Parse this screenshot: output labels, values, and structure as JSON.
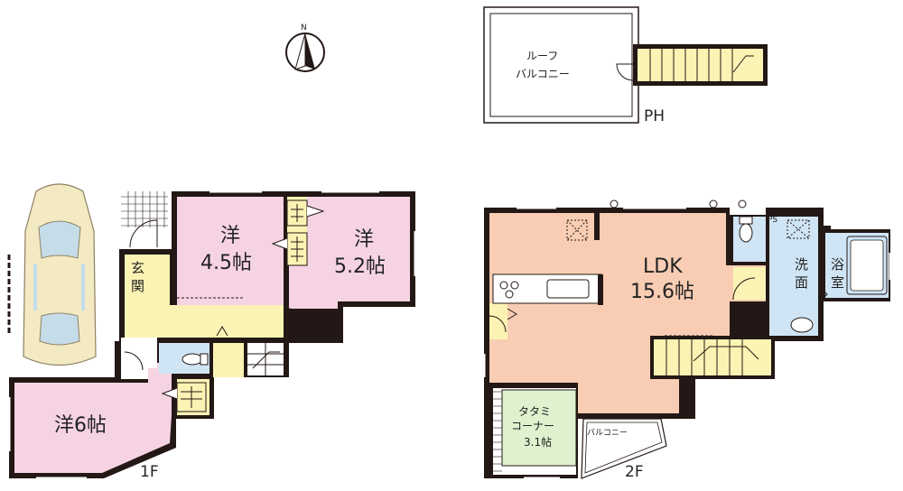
{
  "compass": {
    "north_label": "N"
  },
  "penthouse": {
    "roof_balcony_line1": "ルーフ",
    "roof_balcony_line2": "バルコニー",
    "floor_label": "PH"
  },
  "floor1": {
    "floor_label": "1F",
    "western_room_a": {
      "name": "洋",
      "size": "4.5帖"
    },
    "western_room_b": {
      "name": "洋",
      "size": "5.2帖"
    },
    "western_room_c": {
      "label": "洋6帖"
    },
    "entrance": {
      "line1": "玄",
      "line2": "関"
    }
  },
  "floor2": {
    "floor_label": "2F",
    "ldk": {
      "name": "LDK",
      "size": "15.6帖"
    },
    "washroom": {
      "line1": "洗",
      "line2": "面"
    },
    "bathroom": {
      "line1": "浴",
      "line2": "室"
    },
    "tatami": {
      "line1": "タタミ",
      "line2": "コーナー",
      "size": "3.1帖"
    },
    "balcony": "バルコニー",
    "ps": "PS"
  },
  "colors": {
    "wall": "#231815",
    "bedroom_pink": "#f6d3e3",
    "ldk_salmon": "#f8cdb3",
    "hall_yellow": "#fbf3b4",
    "wet_blue": "#cfe5f5",
    "tatami_green": "#def2cf",
    "car_body": "#f3e9c3"
  }
}
